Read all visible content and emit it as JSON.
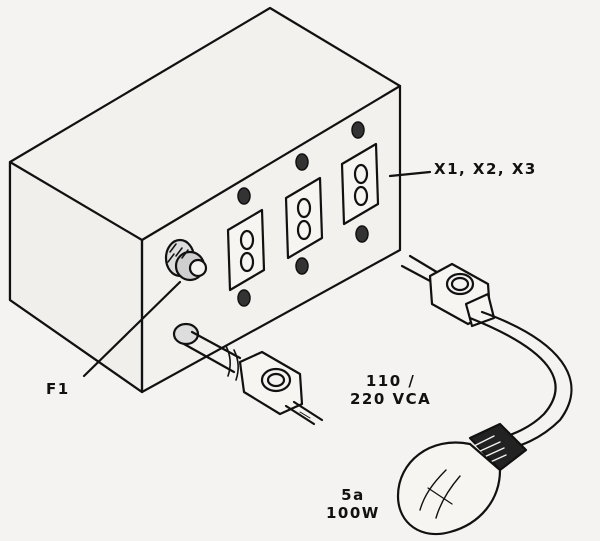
{
  "labels": {
    "sockets": "X1, X2, X3",
    "fuse": "F1",
    "voltage_line1": "110 /",
    "voltage_line2": "220 VCA",
    "lamp_line1": "5a",
    "lamp_line2": "100W"
  }
}
